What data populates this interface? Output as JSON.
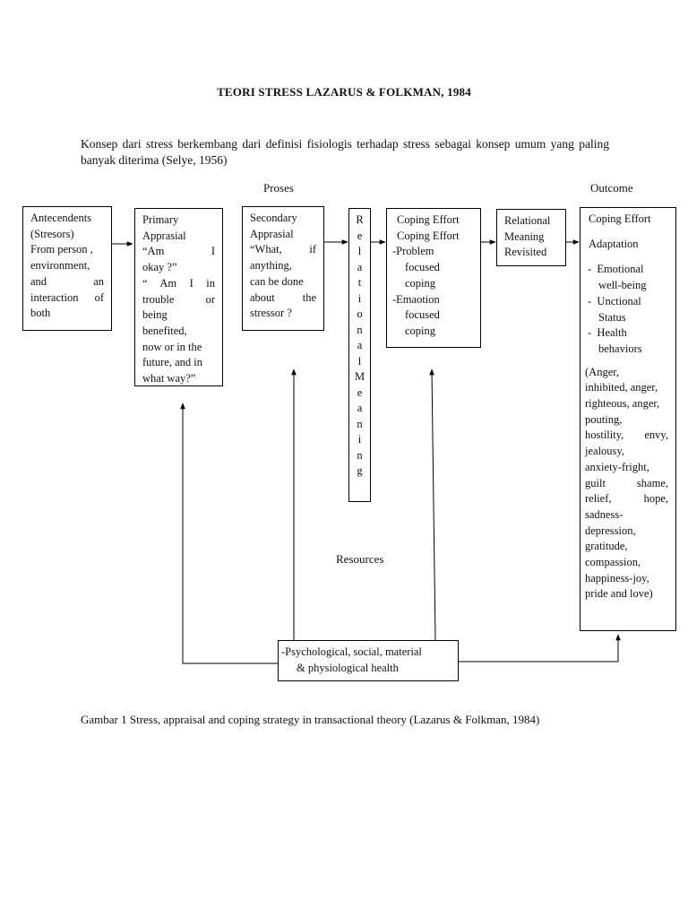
{
  "title": "TEORI STRESS LAZARUS & FOLKMAN, 1984",
  "intro": "Konsep dari stress berkembang dari definisi fisiologis terhadap stress sebagai konsep umum yang paling banyak diterima (Selye, 1956)",
  "labels": {
    "proses": "Proses",
    "outcome": "Outcome",
    "resources": "Resources"
  },
  "antecedents": {
    "lines": [
      "Antecendents",
      "(Stresors)",
      "From person ,",
      "environment,",
      "and an",
      "interaction of",
      "both"
    ]
  },
  "primary": {
    "lines": [
      "Primary",
      "Apprasial",
      "“Am I",
      "okay ?”",
      "“ Am I in",
      "trouble or",
      "being",
      "benefited,",
      "now or in the",
      "future, and in",
      "what way?”"
    ]
  },
  "secondary": {
    "lines": [
      "Secondary",
      "Apprasial",
      "“What, if",
      "anything,",
      "can be done",
      "about the",
      "stressor ?"
    ]
  },
  "relational_meaning_vertical": [
    "R",
    "e",
    "l",
    "a",
    "t",
    "i",
    "o",
    "n",
    "a",
    "l",
    "M",
    "e",
    "a",
    "n",
    "i",
    "n",
    "g"
  ],
  "coping": {
    "line1": "Coping Effort",
    "line2": "Coping Effort",
    "item1a": "-Problem",
    "item1b": "focused",
    "item1c": "coping",
    "item2a": "-Emaotion",
    "item2b": "focused",
    "item2c": "coping"
  },
  "relational_revisited": {
    "lines": [
      "Relational",
      "Meaning",
      "Revisited"
    ]
  },
  "outcome_box": {
    "heading1": "Coping Effort",
    "heading2": "Adaptation",
    "bullets": [
      "Emotional well-being",
      "Unctional Status",
      "Health behaviors"
    ],
    "emotions": [
      "(Anger,",
      "inhibited, anger,",
      "righteous, anger,",
      "pouting,",
      "hostility, envy,",
      "jealousy,",
      "anxiety-fright,",
      "guilt shame,",
      "relief, hope,",
      "sadness-",
      "depression,",
      "gratitude,",
      "compassion,",
      "happiness-joy,",
      "pride and love)"
    ]
  },
  "resources_box": {
    "line1": "-Psychological, social, material",
    "line2": "& physiological health"
  },
  "caption": "Gambar 1 Stress, appraisal and coping strategy in transactional theory (Lazarus & Folkman, 1984)"
}
